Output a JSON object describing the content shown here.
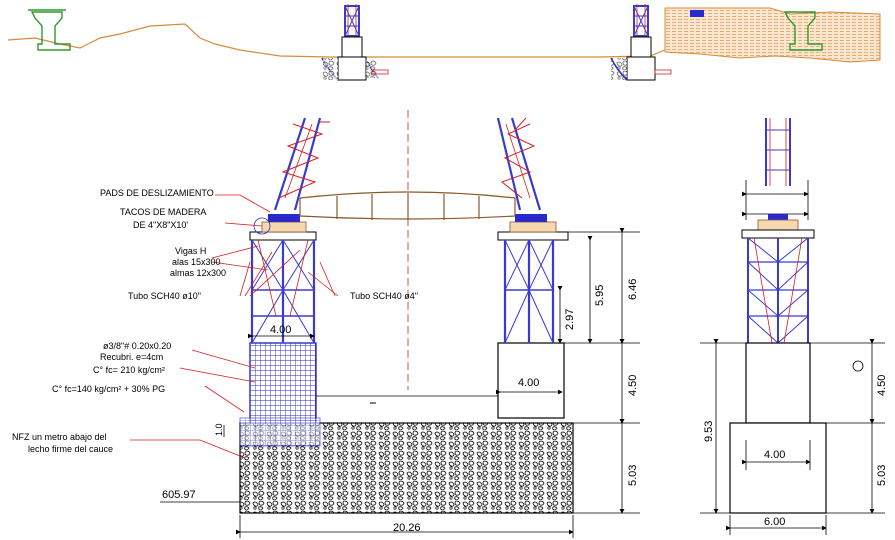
{
  "labels": {
    "pads": "PADS DE DESLIZAMIENTO",
    "tacos_1": "TACOS DE MADERA",
    "tacos_2": "DE 4\"X8\"X10'",
    "vigas_1": "Vigas H",
    "vigas_2": "alas 15x300",
    "vigas_3": "almas 12x300",
    "tubo_10": "Tubo  SCH40 ø10\"",
    "tubo_4": "Tubo  SCH40 ø4\"",
    "malla_1": "ø3/8\"# 0.20x0.20",
    "malla_2": "Recubri. e=4cm",
    "concreto_210": "C° fc= 210 kg/cm²",
    "concreto_140": "C° fc=140 kg/cm² + 30% PG",
    "nfz_1": "NFZ un metro abajo del",
    "nfz_2": "lecho firme del cauce"
  },
  "dimensions": {
    "left_width": "4.00",
    "mid_width": "4.00",
    "total_width": "20.26",
    "elev": "605.97",
    "h_646": "6.46",
    "h_595": "5.95",
    "h_297": "2.97",
    "h_450": "4.50",
    "h_503": "5.03",
    "side_953": "9.53",
    "side_450": "4.50",
    "side_503": "5.03",
    "side_400": "4.00",
    "side_600": "6.00",
    "side_tiny": "1.0"
  },
  "colors": {
    "frame_blue": "#3a3ad0",
    "strut_red": "#d22020",
    "terrain": "#d98a3a",
    "abutment_green": "#2e9a2e",
    "leader_red": "#d22020"
  }
}
